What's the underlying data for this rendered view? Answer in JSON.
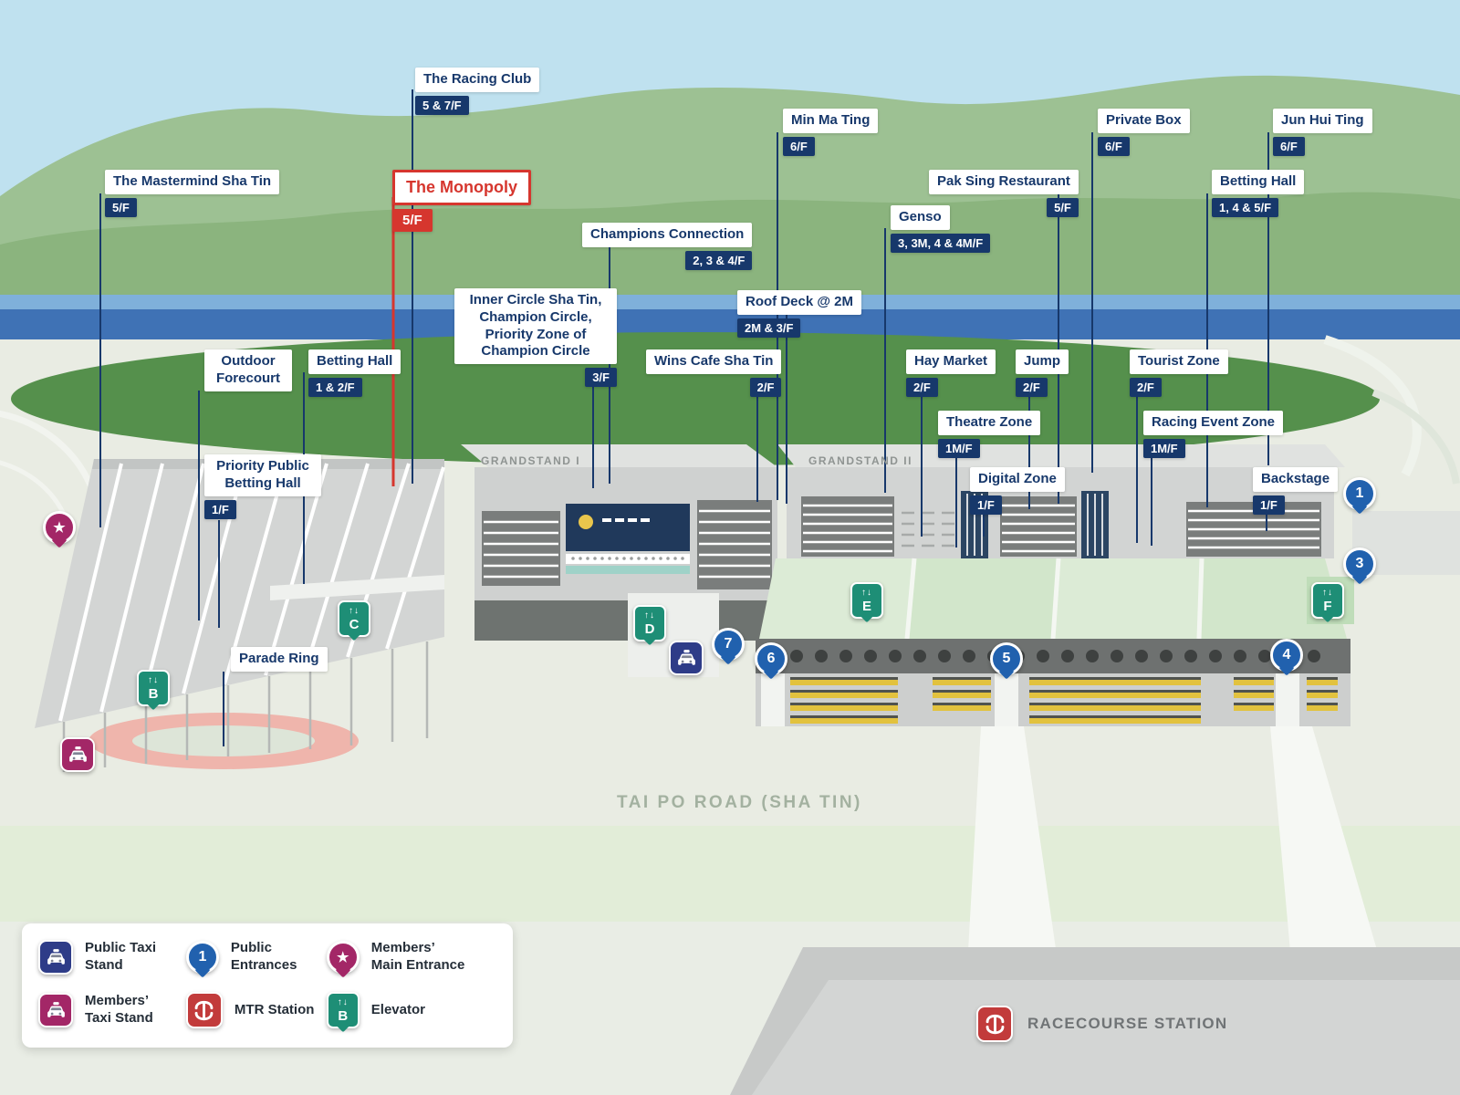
{
  "map": {
    "grandstand_labels": [
      "GRANDSTAND I",
      "GRANDSTAND II"
    ],
    "road_label": "TAI PO ROAD (SHA TIN)",
    "station_label": "RACECOURSE STATION"
  },
  "locations": [
    {
      "name": "The Racing Club",
      "floor": "5 & 7/F"
    },
    {
      "name": "The Mastermind Sha Tin",
      "floor": "5/F"
    },
    {
      "name": "The Monopoly",
      "floor": "5/F",
      "highlighted": true
    },
    {
      "name": "Min Ma Ting",
      "floor": "6/F"
    },
    {
      "name": "Private Box",
      "floor": "6/F"
    },
    {
      "name": "Jun Hui Ting",
      "floor": "6/F"
    },
    {
      "name": "Pak Sing Restaurant",
      "floor": "5/F"
    },
    {
      "name": "Betting Hall",
      "floor": "1, 4 & 5/F"
    },
    {
      "name": "Champions Connection",
      "floor": "2, 3 & 4/F"
    },
    {
      "name": "Genso",
      "floor": "3, 3M, 4 & 4M/F"
    },
    {
      "name": "Roof Deck @ 2M",
      "floor": "2M & 3/F"
    },
    {
      "name": "Inner Circle Sha Tin, Champion Circle, Priority Zone of Champion Circle",
      "floor": "3/F"
    },
    {
      "name": "Outdoor Forecourt",
      "floor": ""
    },
    {
      "name": "Betting Hall",
      "floor": "1 & 2/F"
    },
    {
      "name": "Wins Cafe Sha Tin",
      "floor": "2/F"
    },
    {
      "name": "Hay Market",
      "floor": "2/F"
    },
    {
      "name": "Jump",
      "floor": "2/F"
    },
    {
      "name": "Tourist Zone",
      "floor": "2/F"
    },
    {
      "name": "Theatre Zone",
      "floor": "1M/F"
    },
    {
      "name": "Racing Event Zone",
      "floor": "1M/F"
    },
    {
      "name": "Priority Public Betting Hall",
      "floor": "1/F"
    },
    {
      "name": "Digital Zone",
      "floor": "1/F"
    },
    {
      "name": "Backstage",
      "floor": "1/F"
    },
    {
      "name": "Parade Ring",
      "floor": ""
    }
  ],
  "entrances": {
    "numbers": [
      "1",
      "3",
      "4",
      "5",
      "6",
      "7"
    ]
  },
  "elevators": {
    "letters": [
      "B",
      "C",
      "D",
      "E",
      "F"
    ]
  },
  "icons": {
    "star": "★",
    "arrows": "↑↓"
  },
  "legend": {
    "items": [
      {
        "label": "Public Taxi Stand"
      },
      {
        "label": "Public Entrances"
      },
      {
        "label": "Members’ Main Entrance"
      },
      {
        "label": "Members’ Taxi Stand"
      },
      {
        "label": "MTR Station"
      },
      {
        "label": "Elevator"
      }
    ]
  },
  "colors": {
    "label_navy": "#17386B",
    "highlight_red": "#D6362E",
    "entrance_blue": "#2161AE",
    "elevator_green": "#1E8E76",
    "members_magenta": "#A32767",
    "mtr_red": "#C23B3B",
    "public_taxi_navy": "#2E3C88",
    "track_green": "#55904C"
  }
}
